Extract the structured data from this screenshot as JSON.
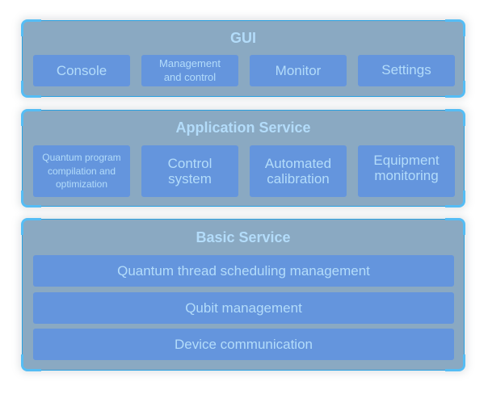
{
  "layers": {
    "gui": {
      "title": "GUI",
      "items": [
        "Console",
        "Management and control",
        "Monitor",
        "Settings"
      ]
    },
    "application": {
      "title": "Application Service",
      "items": [
        "Quantum program compilation and optimization",
        "Control system",
        "Automated calibration",
        "Equipment monitoring"
      ]
    },
    "basic": {
      "title": "Basic Service",
      "items": [
        "Quantum thread scheduling management",
        "Qubit management",
        "Device communication"
      ]
    }
  },
  "colors": {
    "panel_bg": "#8aa9c2",
    "panel_border": "#2aa0e0",
    "corner_accent": "#55bdf5",
    "box_bg": "#6495dd",
    "text": "#b3dcfa"
  }
}
